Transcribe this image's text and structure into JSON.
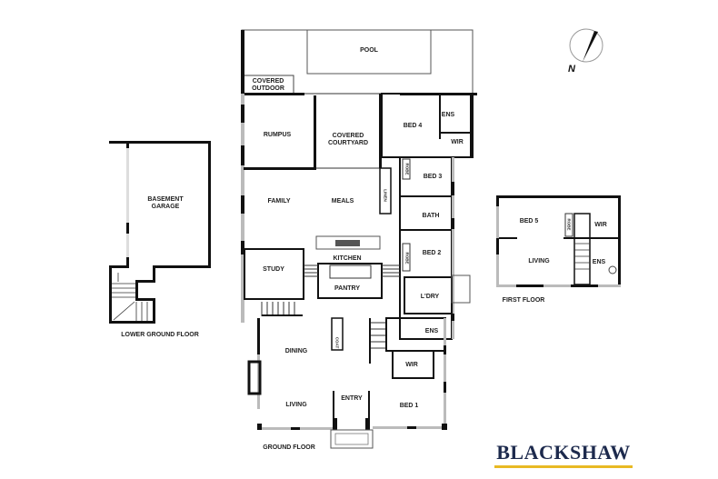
{
  "plan": {
    "floors": {
      "lower_ground": "LOWER GROUND FLOOR",
      "ground": "GROUND FLOOR",
      "first": "FIRST FLOOR"
    },
    "rooms": {
      "pool": "POOL",
      "covered_outdoor": "COVERED\nOUTDOOR",
      "rumpus": "RUMPUS",
      "covered_courtyard": "COVERED\nCOURTYARD",
      "bed4": "BED 4",
      "ens_bed4": "ENS",
      "wir_bed4": "WIR",
      "bed3": "BED 3",
      "robe_bed3": "ROBE",
      "linen": "LINEN",
      "family": "FAMILY",
      "meals": "MEALS",
      "bath": "BATH",
      "bed2": "BED 2",
      "robe_bed2": "ROBE",
      "kitchen": "KITCHEN",
      "study": "STUDY",
      "pantry": "PANTRY",
      "laundry": "L'DRY",
      "dining": "DINING",
      "coat": "COAT",
      "ens_bed1": "ENS",
      "wir_bed1": "WIR",
      "living": "LIVING",
      "entry": "ENTRY",
      "bed1": "BED 1",
      "basement_garage": "BASEMENT\nGARAGE",
      "bed5": "BED 5",
      "robe_bed5": "ROBE",
      "wir_bed5": "WIR",
      "living_first": "LIVING",
      "ens_first": "ENS"
    },
    "compass": {
      "label": "N"
    }
  },
  "brand": {
    "name": "BLACKSHAW",
    "text_color": "#1d2a4d",
    "accent_color": "#e8b923"
  }
}
